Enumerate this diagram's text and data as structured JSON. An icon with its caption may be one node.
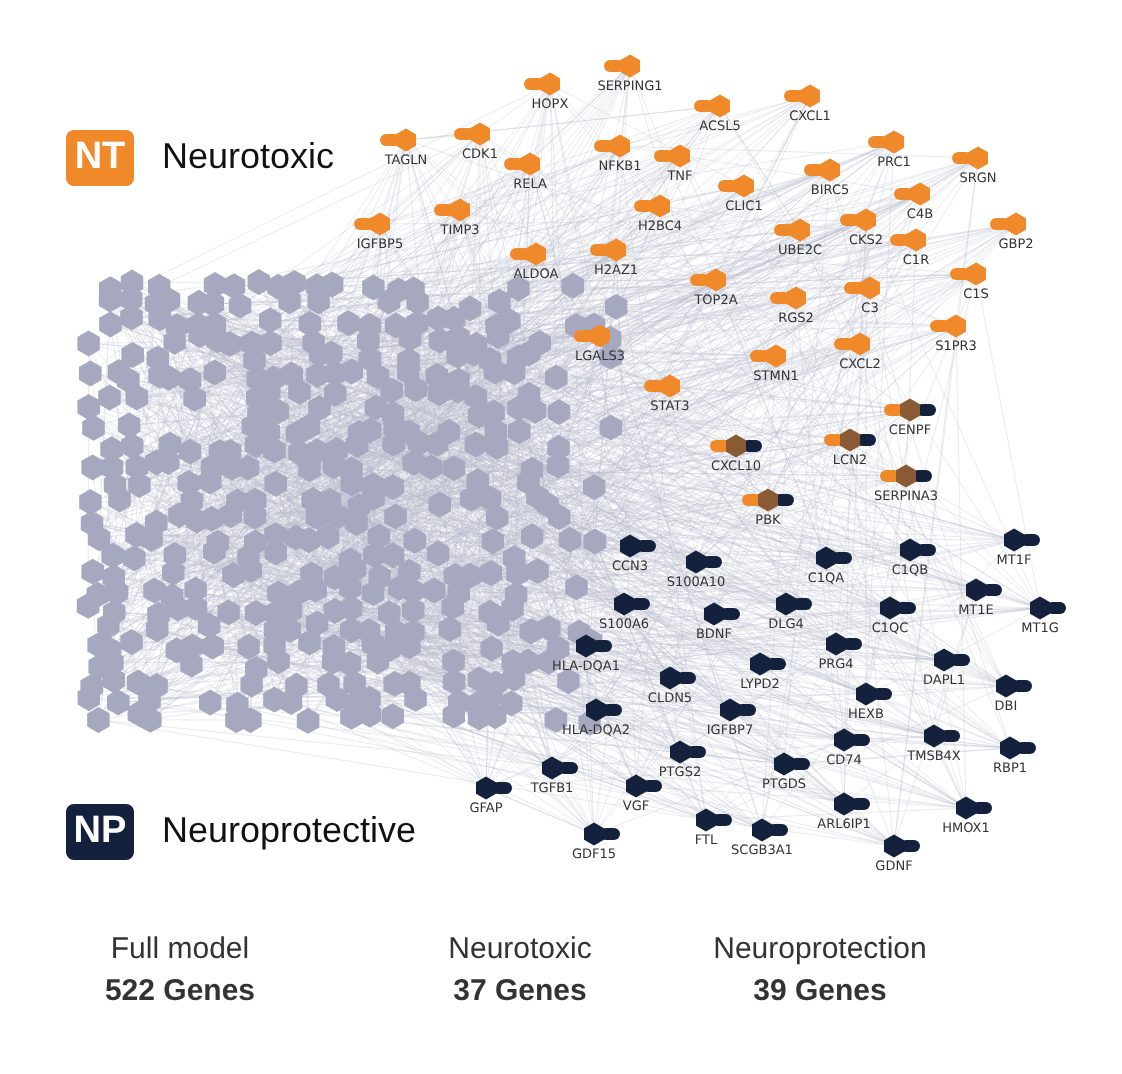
{
  "diagram": {
    "nodes": [
      {
        "text": [
          "SERPING1"
        ]
      },
      {
        "text": [
          "HOPX"
        ]
      },
      {
        "text": [
          "CXCL1"
        ]
      },
      {
        "text": [
          "ACSL5"
        ]
      },
      {
        "text": [
          "CDK1"
        ]
      },
      {
        "text": [
          "TAGLN"
        ]
      },
      {
        "text": [
          "PRC1"
        ]
      },
      {
        "text": [
          "NFKB1"
        ]
      },
      {
        "text": [
          "TNF"
        ]
      },
      {
        "text": [
          "SRGN"
        ]
      },
      {
        "text": [
          "RELA"
        ]
      },
      {
        "text": [
          "BIRC5"
        ]
      },
      {
        "text": [
          "CLIC1"
        ]
      },
      {
        "text": [
          "C4B"
        ]
      },
      {
        "text": [
          "H2BC4"
        ]
      },
      {
        "text": [
          "TIMP3"
        ]
      },
      {
        "text": [
          "CKS2"
        ]
      },
      {
        "text": [
          "IGFBP5"
        ]
      },
      {
        "text": [
          "GBP2"
        ]
      },
      {
        "text": [
          "UBE2C"
        ]
      },
      {
        "text": [
          "C1R"
        ]
      },
      {
        "text": [
          "H2AZ1"
        ]
      },
      {
        "text": [
          "ALDOA"
        ]
      },
      {
        "text": [
          "C1S"
        ]
      },
      {
        "text": [
          "TOP2A"
        ]
      },
      {
        "text": [
          "C3"
        ]
      },
      {
        "text": [
          "RGS2"
        ]
      },
      {
        "text": [
          "S1PR3"
        ]
      },
      {
        "text": [
          "LGALS3"
        ]
      },
      {
        "text": [
          "CXCL2"
        ]
      },
      {
        "text": [
          "STMN1"
        ]
      },
      {
        "text": [
          "STAT3"
        ]
      },
      {
        "text": [
          "CENPF"
        ]
      },
      {
        "text": [
          "LCN2"
        ]
      },
      {
        "text": [
          "CXCL10"
        ]
      },
      {
        "text": [
          "SERPINA3"
        ]
      },
      {
        "text": [
          "PBK"
        ]
      },
      {
        "text": [
          "MT1F"
        ]
      },
      {
        "text": [
          "CCN3"
        ]
      },
      {
        "text": [
          "C1QB"
        ]
      },
      {
        "text": [
          "C1QA"
        ]
      },
      {
        "text": [
          "S100A10"
        ]
      },
      {
        "text": [
          "MT1E"
        ]
      },
      {
        "text": [
          "S100A6"
        ]
      },
      {
        "text": [
          "DLG4"
        ]
      },
      {
        "text": [
          "C1QC"
        ]
      },
      {
        "text": [
          "MT1G"
        ]
      },
      {
        "text": [
          "BDNF"
        ]
      },
      {
        "text": [
          "PRG4"
        ]
      },
      {
        "text": [
          "HLA-DQA1"
        ]
      },
      {
        "text": [
          "DAPL1"
        ]
      },
      {
        "text": [
          "LYPD2"
        ]
      },
      {
        "text": [
          "CLDN5"
        ]
      },
      {
        "text": [
          "DBI"
        ]
      },
      {
        "text": [
          "HEXB"
        ]
      },
      {
        "text": [
          "HLA-DQA2"
        ]
      },
      {
        "text": [
          "IGFBP7"
        ]
      },
      {
        "text": [
          "TMSB4X"
        ]
      },
      {
        "text": [
          "CD74"
        ]
      },
      {
        "text": [
          "RBP1"
        ]
      },
      {
        "text": [
          "PTGS2"
        ]
      },
      {
        "text": [
          "PTGDS"
        ]
      },
      {
        "text": [
          "TGFB1"
        ]
      },
      {
        "text": [
          "VGF"
        ]
      },
      {
        "text": [
          "GFAP"
        ]
      },
      {
        "text": [
          "ARL6IP1"
        ]
      },
      {
        "text": [
          "HMOX1"
        ]
      },
      {
        "text": [
          "FTL"
        ]
      },
      {
        "text": [
          "SCGB3A1"
        ]
      },
      {
        "text": [
          "GDF15"
        ]
      },
      {
        "text": [
          "GDNF"
        ]
      }
    ],
    "labels": [
      "NT",
      "NP",
      "Full model",
      "522 Genes",
      "Neurotoxic",
      "37 Genes",
      "Neuroprotection",
      "39 Genes"
    ],
    "legend": [
      {
        "text": "Neurotoxic",
        "color": "#f0892a"
      },
      {
        "text": "Neuroprotective",
        "color": "#14213d"
      }
    ]
  }
}
